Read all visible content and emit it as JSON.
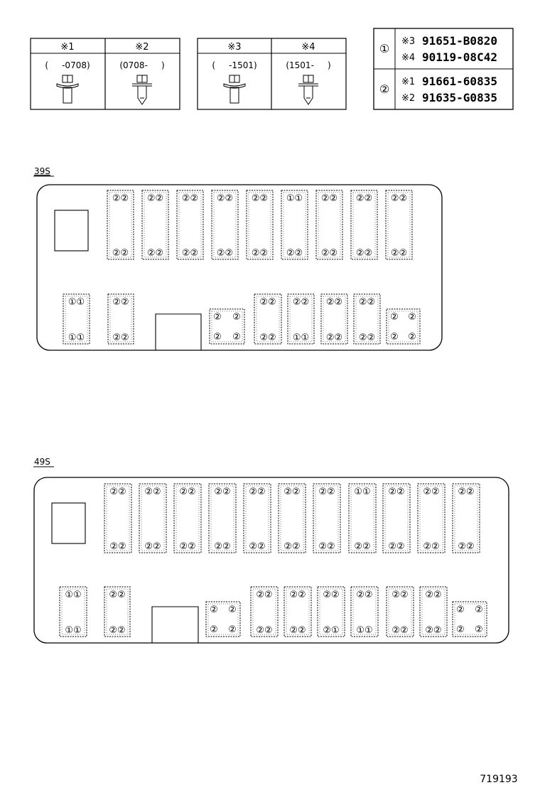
{
  "bolt_table_a": {
    "headers": [
      "※1",
      "※2"
    ],
    "ranges": [
      "(     -0708)",
      "(0708-     )"
    ]
  },
  "bolt_table_b": {
    "headers": [
      "※3",
      "※4"
    ],
    "ranges": [
      "(     -1501)",
      "(1501-     )"
    ]
  },
  "part_legend": {
    "rows": [
      {
        "symbol": "①",
        "entries": [
          {
            "ref": "※3",
            "part": "91651-B0820"
          },
          {
            "ref": "※4",
            "part": "90119-08C42"
          }
        ]
      },
      {
        "symbol": "②",
        "entries": [
          {
            "ref": "※1",
            "part": "91661-60835"
          },
          {
            "ref": "※2",
            "part": "91635-G0835"
          }
        ]
      }
    ]
  },
  "layouts": [
    {
      "label": "39S",
      "top_row": [
        [
          "②②",
          "②②"
        ],
        [
          "②②",
          "②②"
        ],
        [
          "②②",
          "②②"
        ],
        [
          "②②",
          "②②"
        ],
        [
          "②②",
          "②②"
        ],
        [
          "①①",
          "②②"
        ],
        [
          "②②",
          "②②"
        ],
        [
          "②②",
          "②②"
        ],
        [
          "②②",
          "②②"
        ]
      ],
      "bottom_row": [
        [
          "①①",
          "①①"
        ],
        [
          "②②",
          "②②"
        ],
        [
          "②",
          "②",
          "②",
          "②"
        ],
        [
          "②②",
          "②②"
        ],
        [
          "②②",
          "①①"
        ],
        [
          "②②",
          "②②"
        ],
        [
          "②②",
          "②②"
        ],
        [
          "②",
          "②",
          "②",
          "②"
        ]
      ]
    },
    {
      "label": "49S",
      "top_row": [
        [
          "②②",
          "②②"
        ],
        [
          "②②",
          "②②"
        ],
        [
          "②②",
          "②②"
        ],
        [
          "②②",
          "②②"
        ],
        [
          "②②",
          "②②"
        ],
        [
          "②②",
          "②②"
        ],
        [
          "②②",
          "②②"
        ],
        [
          "①①",
          "②②"
        ],
        [
          "②②",
          "②②"
        ],
        [
          "②②",
          "②②"
        ],
        [
          "②②",
          "②②"
        ]
      ],
      "bottom_row": [
        [
          "①①",
          "①①"
        ],
        [
          "②②",
          "②②"
        ],
        [
          "②",
          "②",
          "②",
          "②"
        ],
        [
          "②②",
          "②②"
        ],
        [
          "②②",
          "②②"
        ],
        [
          "②②",
          "②①"
        ],
        [
          "②②",
          "①①"
        ],
        [
          "②②",
          "②②"
        ],
        [
          "②②",
          "②②"
        ],
        [
          "②",
          "②",
          "②",
          "②"
        ]
      ]
    }
  ],
  "figure_number": "719193"
}
